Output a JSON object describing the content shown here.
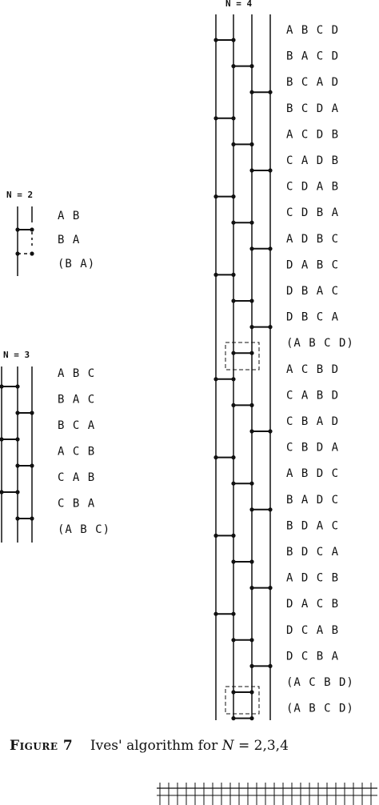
{
  "figure": {
    "label": "Figure 7",
    "caption_text": "Ives' algorithm for",
    "caption_var": "N",
    "caption_tail": "= 2,3,4"
  },
  "n2": {
    "header": "N = 2",
    "perms": [
      "A B",
      "B A",
      "(B A)"
    ]
  },
  "n3": {
    "header": "N = 3",
    "perms": [
      "A B C",
      "B A C",
      "B C A",
      "A C B",
      "C A B",
      "C B A",
      "(A B C)"
    ]
  },
  "n4": {
    "header": "N = 4",
    "perms": [
      "A B C D",
      "B A C D",
      "B C A D",
      "B C D A",
      "A C D B",
      "C A D B",
      "C D A B",
      "C D B A",
      "A D B C",
      "D A B C",
      "D B A C",
      "D B C A",
      "(A B C D)",
      "A C B D",
      "C A B D",
      "C B A D",
      "C B D A",
      "A B D C",
      "B A D C",
      "B D A C",
      "B D C A",
      "A D C B",
      "D A C B",
      "D C A B",
      "D C B A",
      "(A C B D)",
      "(A B C D)"
    ],
    "swaps": [
      0,
      1,
      2,
      0,
      1,
      2,
      0,
      1,
      2,
      0,
      1,
      2,
      1,
      0,
      1,
      2,
      0,
      1,
      2,
      0,
      1,
      2,
      0,
      1,
      2,
      1,
      1
    ]
  },
  "n3_swaps": [
    0,
    1,
    0,
    1,
    0,
    1
  ],
  "colors": {
    "ink": "#111111",
    "paper": "#ffffff"
  }
}
